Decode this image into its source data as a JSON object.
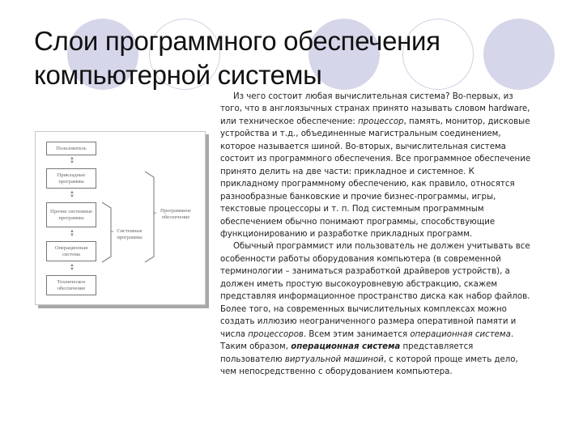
{
  "slide": {
    "title_lines": [
      "Слои программного обеспечения",
      "компьютерной системы"
    ],
    "decor_circles": [
      {
        "style": "filled",
        "color": "#d6d6ea"
      },
      {
        "style": "outline",
        "color": "#d0d0e4"
      },
      {
        "style": "filled",
        "color": "#d6d6ea"
      },
      {
        "style": "outline",
        "color": "#d0d0e4"
      },
      {
        "style": "filled",
        "color": "#d6d6ea"
      }
    ]
  },
  "diagram": {
    "layers": [
      "Пользователь",
      "Прикладные программы",
      "Прочие системные программы",
      "Операционная система",
      "Техническое обеспечение"
    ],
    "brackets": {
      "system_programs": "Системные программы",
      "software": "Программное обеспечение"
    }
  },
  "text": {
    "p1": {
      "s1": "Из чего состоит любая вычислительная система? Во-первых, из того, что в англоязычных странах принято называть словом hardware, или техническое обеспечение: ",
      "i1": "процессор",
      "s2": ", память, монитор, дисковые устройства и т.д., объединенные магистральным соединением, которое называется шиной. Во-вторых, вычислительная система состоит из программного обеспечения. Все программное обеспечение принято делить на две части: прикладное и системное. К прикладному программному обеспечению, как правило, относятся разнообразные банковские и прочие бизнес-программы, игры, текстовые процессоры и т. п. Под системным программным обеспечением обычно понимают программы, способствующие функционированию и разработке прикладных программ."
    },
    "p2": {
      "s1": "Обычный программист или пользователь не должен учитывать все особенности работы оборудования компьютера (в современной терминологии – заниматься разработкой драйверов устройств), а должен иметь простую высокоуровневую абстракцию, скажем представляя информационное пространство диска как набор файлов. Более того, на современных вычислительных комплексах можно создать иллюзию неограниченного размера оперативной памяти и числа ",
      "i1": "процессоров",
      "s2": ". Всем этим занимается ",
      "i2": "операционная система",
      "s3": ". Таким образом, ",
      "b1": "операционная система",
      "s4": " представляется пользователю ",
      "i3": "виртуальной машиной",
      "s5": ", с которой проще иметь дело, чем непосредственно с оборудованием компьютера."
    }
  }
}
